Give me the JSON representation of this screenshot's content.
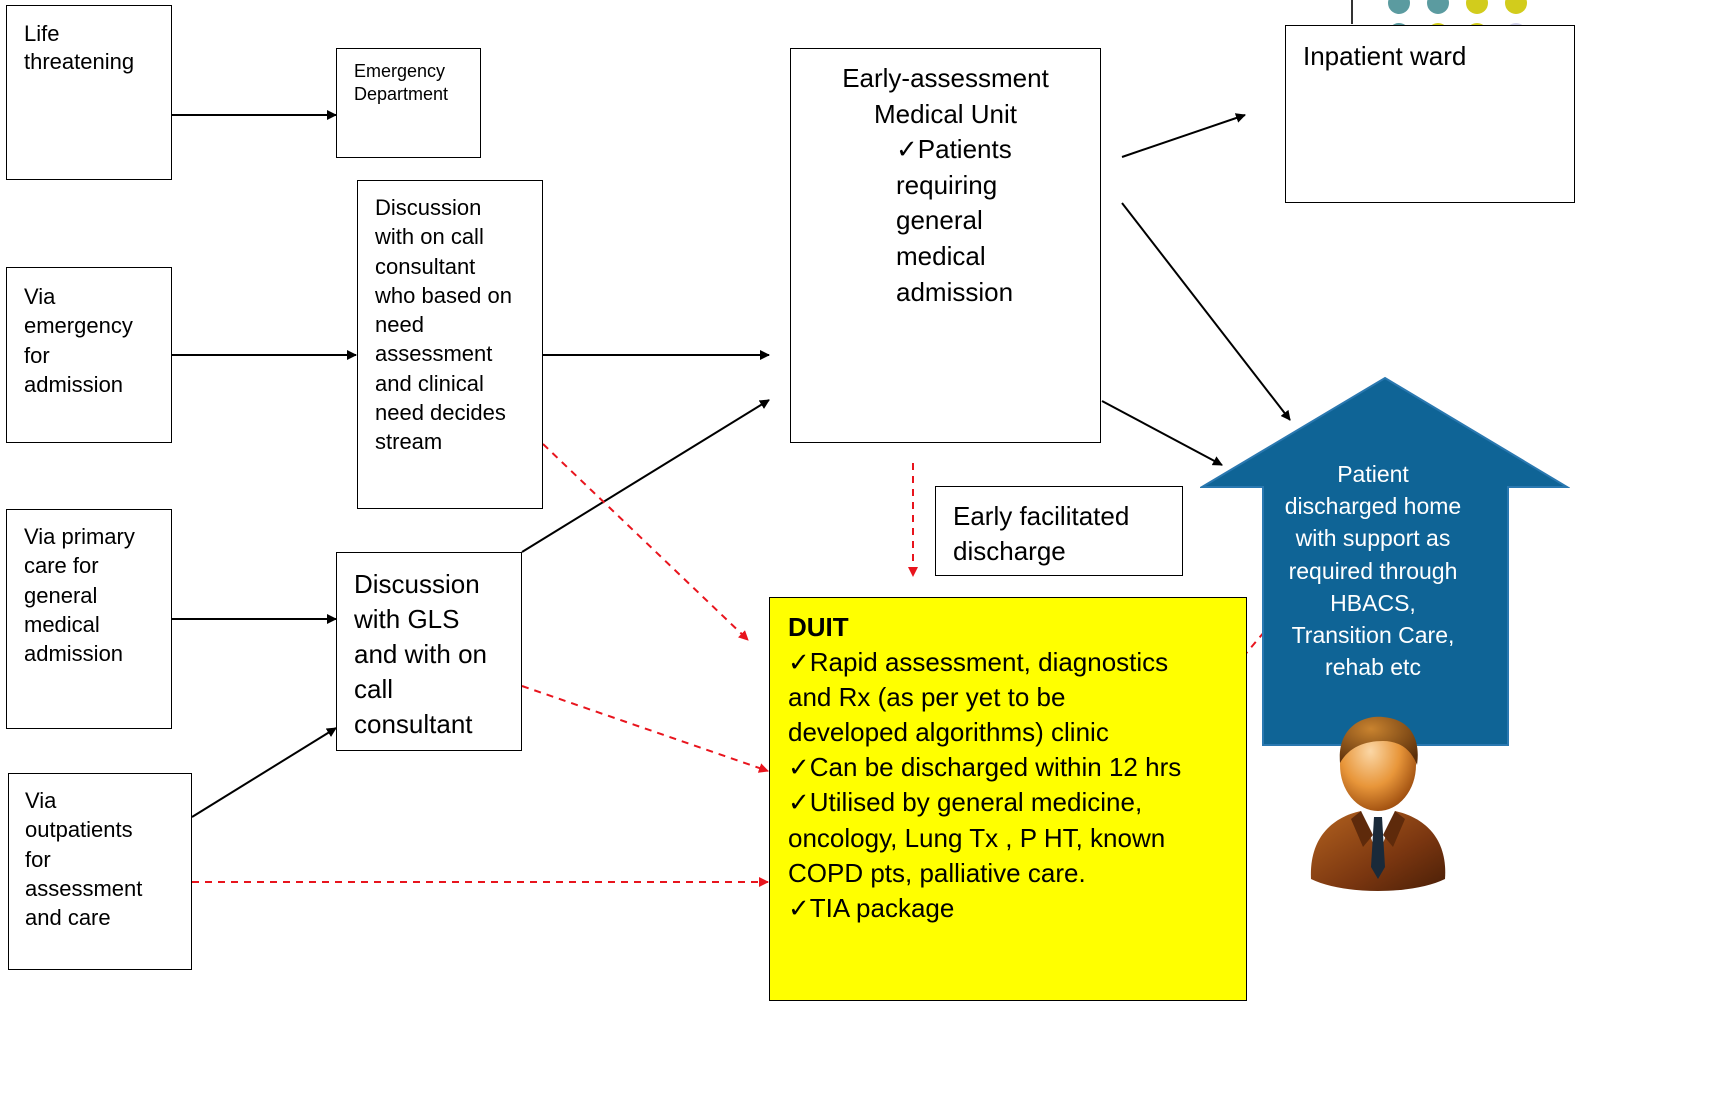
{
  "boxes": {
    "life_threatening": [
      "Life",
      "threatening"
    ],
    "emergency_department": [
      "Emergency",
      "Department"
    ],
    "discussion_consultant": [
      "Discussion",
      "with on call",
      "consultant",
      "who based on",
      "need",
      "assessment",
      "and clinical",
      "need decides",
      "stream"
    ],
    "via_emergency": [
      "Via",
      "emergency",
      "for",
      "admission"
    ],
    "via_primary_care": [
      "Via primary",
      "care for",
      "general",
      "medical",
      "admission"
    ],
    "via_outpatients": [
      "Via",
      "outpatients",
      "for",
      "assessment",
      "and care"
    ],
    "discussion_gls": [
      "Discussion",
      "with GLS",
      "and with on",
      "call",
      "consultant"
    ],
    "eamu": {
      "title": [
        "Early-assessment",
        "Medical Unit"
      ],
      "bullets": [
        "✓Patients",
        "requiring",
        "general",
        "medical",
        "admission"
      ]
    },
    "inpatient_ward": "Inpatient ward",
    "early_facilitated_discharge": [
      "Early facilitated",
      "discharge"
    ],
    "duit": {
      "title": "DUIT",
      "lines": [
        "✓Rapid assessment, diagnostics",
        "and Rx (as per yet to be",
        "developed algorithms) clinic",
        "✓Can be discharged within 12 hrs",
        "✓Utilised by general medicine,",
        "oncology, Lung Tx , P HT, known",
        "COPD pts, palliative care.",
        "✓TIA package"
      ]
    },
    "discharge_home": [
      "Patient",
      "discharged home",
      "with support as",
      "required through",
      "HBACS,",
      "Transition Care,",
      "rehab etc"
    ]
  },
  "colors": {
    "duit_fill": "#ffff00",
    "home_arrow_fill": "#0f6496",
    "home_arrow_stroke": "#2a78b0",
    "dashed_arrow": "#e8141d",
    "solid_arrow": "#000000",
    "dot_teal": "#5b9ba0",
    "dot_yellow": "#d2cc1c",
    "dot_lavender": "#cfcfe8"
  },
  "icons": {
    "person": "user-person-icon",
    "dots": "decorative-dot-grid"
  }
}
